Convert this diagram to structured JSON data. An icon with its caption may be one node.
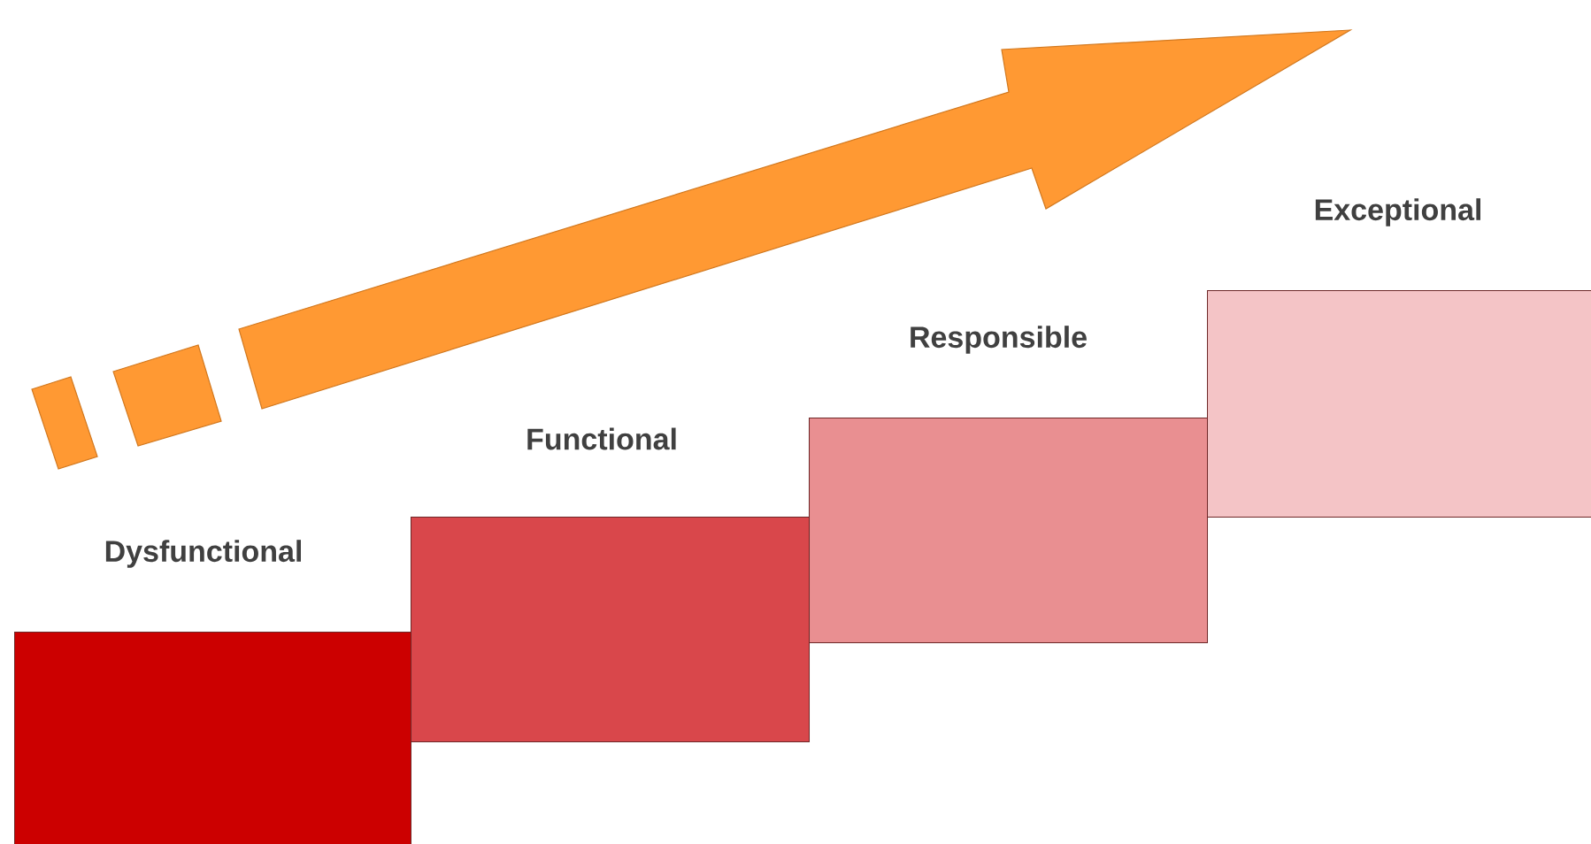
{
  "diagram": {
    "nodes": [
      {
        "text": [
          "Dysfunctional"
        ]
      },
      {
        "text": [
          "Functional"
        ]
      },
      {
        "text": [
          "Responsible"
        ]
      },
      {
        "text": [
          "Exceptional"
        ]
      }
    ]
  }
}
